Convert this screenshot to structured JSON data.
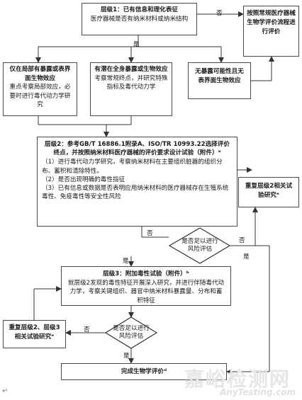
{
  "level1": {
    "title": "层级1：已有信息和理化表征",
    "subtitle": "医疗器械是否有纳米材料或纳米结构"
  },
  "conventional": {
    "text": "按照常规医疗器械生物学评价流程进行评价"
  },
  "branch_local": {
    "title": "仅在局部有暴露或表界面生物效应",
    "body": "重点考察局部效应，必要时进行毒代动力学研究"
  },
  "branch_systemic": {
    "title": "有潜在全身暴露或生物效应",
    "body": "考察常规终点，并研究特殊指标及毒代动力学"
  },
  "branch_none": {
    "title": "无暴露可能性且无表界面生物效应"
  },
  "level2": {
    "title": "层级2：参考GB/T 16886.1附录A、ISO/TR 10993.22选择评价终点，并按照纳米材料医疗器械的评价要求设计试验（附件）ᵃ",
    "item1": "（1）进行毒代动力学研究，考察纳米材料在主要组织脏器的组织分布、蓄积和清除特性。",
    "item2": "（2）是否出现明确的毒性指征",
    "item3": "（3）已有信息或数据是否表明应用纳米材料的医疗器械存在生殖系统毒性、免疫毒性等安全性风险"
  },
  "repeat2": {
    "text": "重复层级2相关试验研究ᵉ"
  },
  "decision1": {
    "text": "是否足以进行风险评估"
  },
  "level3": {
    "title": "层级3：附加毒性试验（附件）ᵇ",
    "body": "就层级2发现的毒性特征开展深入研究，并进行伴随毒代动力学，考察关键组织、器官中纳米材料暴露量、分布和蓄积特征"
  },
  "repeat23": {
    "text": "重复层级2、层级3相关试验研究ᵉ"
  },
  "decision2": {
    "text": "是否足以进行风险评估"
  },
  "final": {
    "text": "完成生物学评价ᵈ"
  },
  "labels": {
    "no": "否",
    "yes": "是"
  },
  "watermark": {
    "cn": "嘉峪检测网",
    "en": "AnyTesting.com"
  },
  "enter_mark": "↵"
}
